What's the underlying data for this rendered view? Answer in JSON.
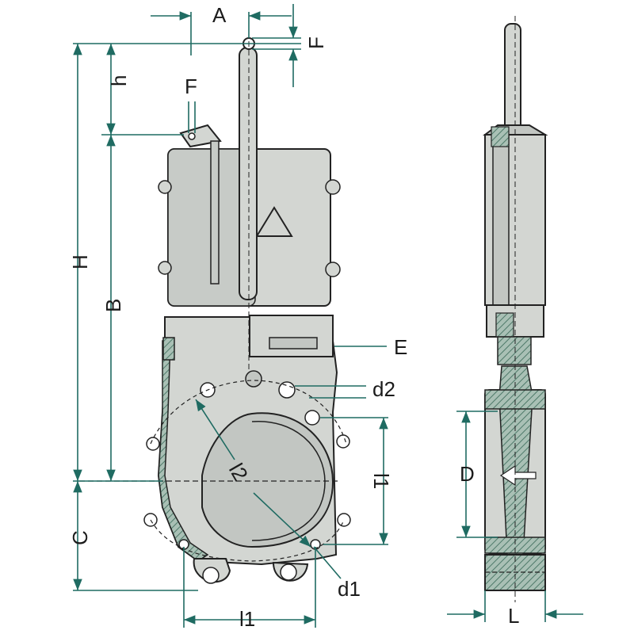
{
  "colors": {
    "dimension_line": "#1f6b62",
    "body_fill": "#d3d6d2",
    "body_fill_dark": "#c2c6c2",
    "outline": "#222222",
    "flange_hatch": "#6f9687",
    "label": "#1b1b1b"
  },
  "icons": {
    "flow_direction": "triangle-icon",
    "bolt_hole": "bolt-hole-icon"
  },
  "labels": {
    "A": "A",
    "F_top": "F",
    "F_side": "F",
    "h": "h",
    "H": "H",
    "B": "B",
    "C": "C",
    "E": "E",
    "d2": "d2",
    "l2": "l2",
    "l1_right": "l1",
    "d1": "d1",
    "l1_bottom": "l1",
    "D": "D",
    "L": "L"
  }
}
